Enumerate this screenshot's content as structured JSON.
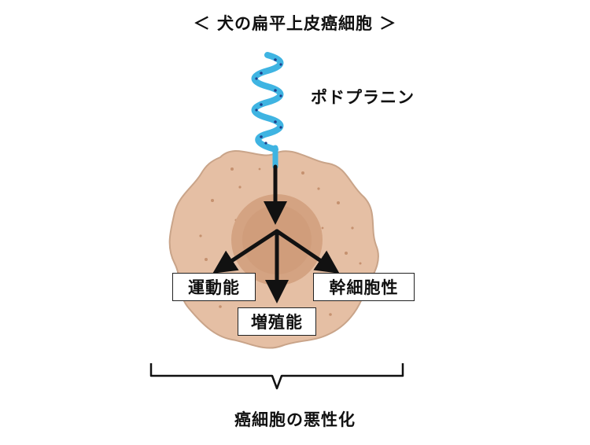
{
  "title": "＜ 犬の扁平上皮癌細胞 ＞",
  "protein": "ポドプラニン",
  "effects": {
    "motility": "運動能",
    "proliferation": "増殖能",
    "stemness": "幹細胞性"
  },
  "summary": "癌細胞の悪性化",
  "colors": {
    "cell_body": "#E5BFA4",
    "cell_edge": "#C9A489",
    "nucleus": "#D4A382",
    "nucleus_core": "#C99270",
    "speckles": "#C5916F",
    "helix": "#3FB4E2",
    "helix_dots": "#1E3F8C",
    "arrows": "#111111"
  }
}
